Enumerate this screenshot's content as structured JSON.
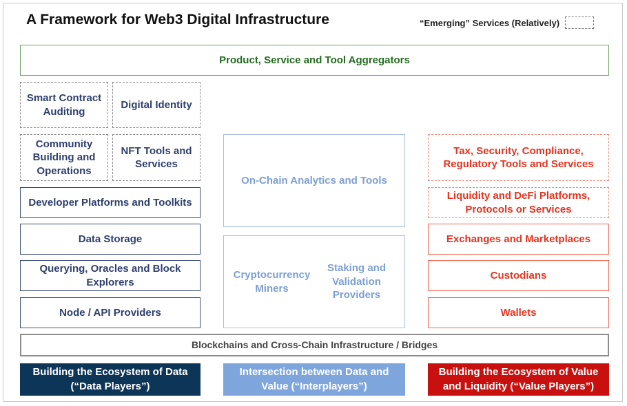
{
  "title": "A Framework for Web3 Digital Infrastructure",
  "legend": {
    "label": "“Emerging” Services (Relatively)"
  },
  "top_bar": "Product, Service and Tool Aggregators",
  "left_column": {
    "emerging": [
      "Smart Contract Auditing",
      "Digital Identity",
      "Community Building and Operations",
      "NFT Tools and Services"
    ],
    "established": [
      "Developer Platforms and Toolkits",
      "Data Storage",
      "Querying, Oracles and Block Explorers",
      "Node / API Providers"
    ]
  },
  "middle_column": {
    "analytics": "On-Chain Analytics and Tools",
    "miners": "Cryptocurrency Miners",
    "staking": "Staking and Validation Providers"
  },
  "right_column": {
    "emerging": [
      "Tax, Security, Compliance, Regulatory Tools and Services",
      "Liquidity and DeFi Platforms, Protocols or Services"
    ],
    "established": [
      "Exchanges and Marketplaces",
      "Custodians",
      "Wallets"
    ]
  },
  "base_bar": "Blockchains and Cross-Chain Infrastructure / Bridges",
  "footers": [
    {
      "label": "Building the Ecosystem of Data (“Data Players”)",
      "color": "#0d3557"
    },
    {
      "label": "Intersection between Data and Value (“Interplayers”)",
      "color": "#7ea6dc"
    },
    {
      "label": "Building the Ecosystem of Value and Liquidity (“Value Players”)",
      "color": "#c8110f"
    }
  ],
  "colors": {
    "data_navy": "#2e3f6e",
    "interplayer_blue": "#7c9fd1",
    "value_red": "#e8321e",
    "aggregator_green": "#246b1f"
  }
}
